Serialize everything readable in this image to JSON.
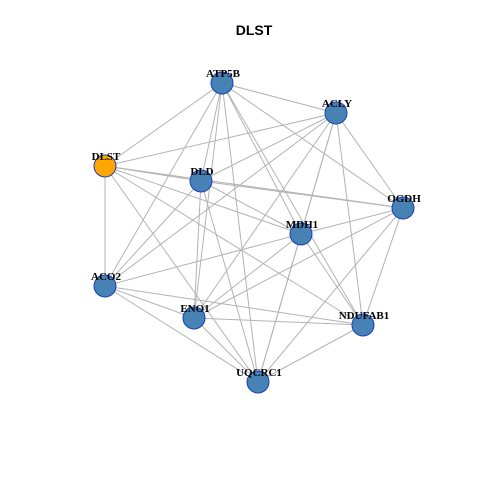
{
  "title": "DLST",
  "colors": {
    "default_node": "#4682b4",
    "highlight_node": "#ffa500",
    "node_border": "#1a3fb8",
    "edge": "#b3b3b3"
  },
  "nodes": [
    {
      "id": "ATP5B",
      "label": "ATP5B",
      "highlight": false
    },
    {
      "id": "ACLY",
      "label": "ACLY",
      "highlight": false
    },
    {
      "id": "DLST",
      "label": "DLST",
      "highlight": true
    },
    {
      "id": "DLD",
      "label": "DLD",
      "highlight": false
    },
    {
      "id": "OGDH",
      "label": "OGDH",
      "highlight": false
    },
    {
      "id": "MDH1",
      "label": "MDH1",
      "highlight": false
    },
    {
      "id": "ACO2",
      "label": "ACO2",
      "highlight": false
    },
    {
      "id": "ENO1",
      "label": "ENO1",
      "highlight": false
    },
    {
      "id": "NDUFAB1",
      "label": "NDUFAB1",
      "highlight": false
    },
    {
      "id": "UQCRC1",
      "label": "UQCRC1",
      "highlight": false
    }
  ],
  "edges": [
    [
      "ATP5B",
      "ACLY"
    ],
    [
      "ATP5B",
      "DLST"
    ],
    [
      "ATP5B",
      "DLD"
    ],
    [
      "ATP5B",
      "OGDH"
    ],
    [
      "ATP5B",
      "MDH1"
    ],
    [
      "ATP5B",
      "ACO2"
    ],
    [
      "ATP5B",
      "ENO1"
    ],
    [
      "ATP5B",
      "NDUFAB1"
    ],
    [
      "ATP5B",
      "UQCRC1"
    ],
    [
      "ACLY",
      "DLST"
    ],
    [
      "ACLY",
      "DLD"
    ],
    [
      "ACLY",
      "OGDH"
    ],
    [
      "ACLY",
      "MDH1"
    ],
    [
      "ACLY",
      "ACO2"
    ],
    [
      "ACLY",
      "ENO1"
    ],
    [
      "ACLY",
      "NDUFAB1"
    ],
    [
      "ACLY",
      "UQCRC1"
    ],
    [
      "DLST",
      "DLD"
    ],
    [
      "DLST",
      "OGDH"
    ],
    [
      "DLST",
      "MDH1"
    ],
    [
      "DLST",
      "ACO2"
    ],
    [
      "DLST",
      "NDUFAB1"
    ],
    [
      "DLST",
      "UQCRC1"
    ],
    [
      "DLD",
      "OGDH"
    ],
    [
      "DLD",
      "MDH1"
    ],
    [
      "DLD",
      "ACO2"
    ],
    [
      "DLD",
      "ENO1"
    ],
    [
      "DLD",
      "UQCRC1"
    ],
    [
      "OGDH",
      "MDH1"
    ],
    [
      "OGDH",
      "ENO1"
    ],
    [
      "OGDH",
      "NDUFAB1"
    ],
    [
      "OGDH",
      "UQCRC1"
    ],
    [
      "MDH1",
      "ACO2"
    ],
    [
      "MDH1",
      "ENO1"
    ],
    [
      "MDH1",
      "NDUFAB1"
    ],
    [
      "MDH1",
      "UQCRC1"
    ],
    [
      "ACO2",
      "ENO1"
    ],
    [
      "ACO2",
      "NDUFAB1"
    ],
    [
      "ACO2",
      "UQCRC1"
    ],
    [
      "ENO1",
      "NDUFAB1"
    ],
    [
      "ENO1",
      "UQCRC1"
    ],
    [
      "NDUFAB1",
      "UQCRC1"
    ]
  ]
}
